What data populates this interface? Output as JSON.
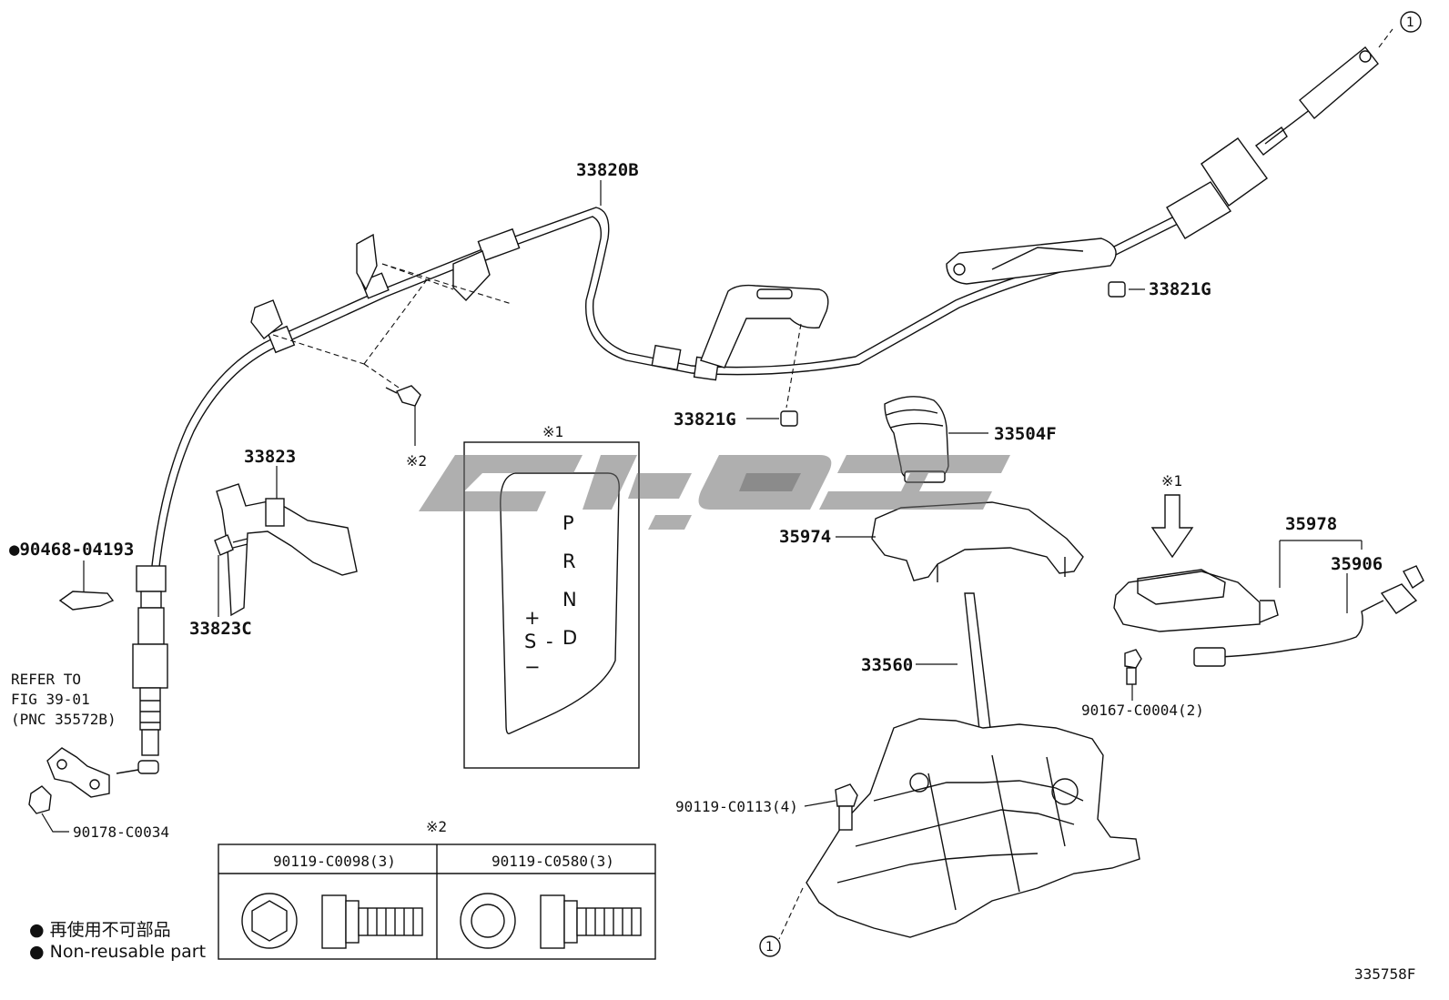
{
  "callouts": {
    "c33820B": "33820B",
    "c33821G_top": "33821G",
    "c33821G_mid": "33821G",
    "c33504F": "33504F",
    "c33823": "33823",
    "c33823C": "33823C",
    "c35974": "35974",
    "c35978": "35978",
    "c35906": "35906",
    "c33560": "33560",
    "c90468": "●90468-04193",
    "c90178": "90178-C0034",
    "c90167": "90167-C0004(2)",
    "c90119_0113": "90119-C0113(4)",
    "mark1_a": "※1",
    "mark1_b": "※1",
    "mark2_a": "※2",
    "mark2_b": "※2",
    "circle1_a": "1",
    "circle1_b": "1"
  },
  "refer_note": {
    "line1": "REFER TO",
    "line2": "FIG 39-01",
    "line3": "(PNC 35572B)"
  },
  "shift_gate": {
    "P": "P",
    "R": "R",
    "N": "N",
    "D": "D",
    "S": "S",
    "plus": "+",
    "minus": "−",
    "dash": "-"
  },
  "bolt_table": {
    "col1": "90119-C0098(3)",
    "col2": "90119-C0580(3)"
  },
  "legend": {
    "jp": "● 再使用不可部品",
    "en": "● Non-reusable part"
  },
  "figure_id": "335758F"
}
